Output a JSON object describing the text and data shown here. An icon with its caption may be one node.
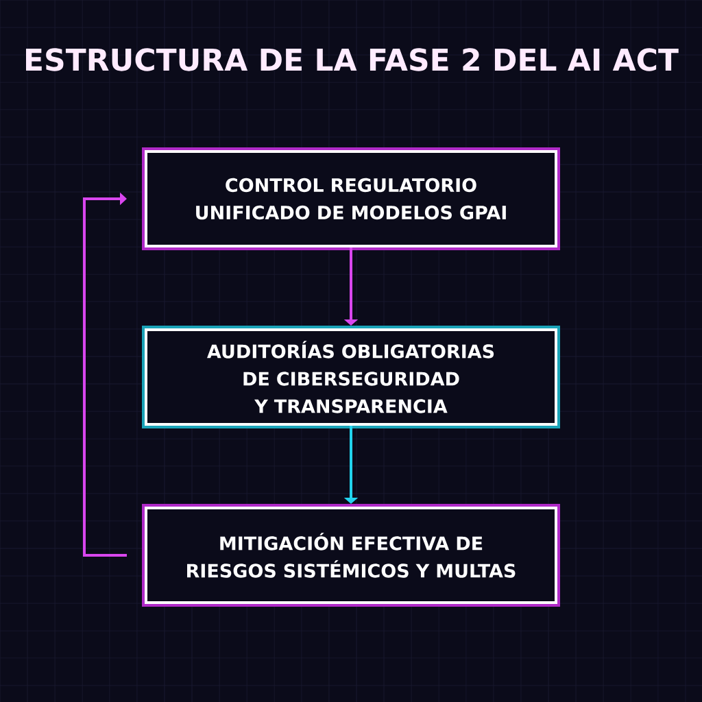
{
  "diagram": {
    "title": "ESTRUCTURA DE LA FASE 2 DEL AI ACT",
    "nodes": [
      {
        "text": [
          "CONTROL REGULATORIO UNIFICADO DE MODELOS GPAI"
        ]
      },
      {
        "text": [
          "AUDITORÍAS OBLIGATORIAS DE CIBERSEGURIDAD Y TRANSPARENCIA"
        ]
      },
      {
        "text": [
          "MITIGACIÓN EFECTIVA DE RIESGOS SISTÉMICOS Y MULTAS"
        ]
      }
    ],
    "edges": [
      {
        "from": 0,
        "to": 1,
        "arrow": "to"
      },
      {
        "from": 1,
        "to": 2,
        "arrow": "to",
        "color": "#22d3ee"
      },
      {
        "from": 2,
        "to": 0,
        "arrow": "to"
      }
    ]
  }
}
